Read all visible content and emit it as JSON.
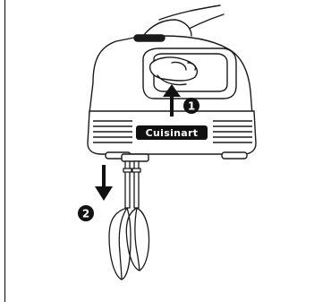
{
  "illustration": {
    "brand_label": "Cuisinart",
    "steps": [
      {
        "number": "1",
        "direction": "up",
        "icon": "arrow-up-icon"
      },
      {
        "number": "2",
        "direction": "down",
        "icon": "arrow-down-icon"
      }
    ],
    "colors": {
      "line": "#1a1a1a",
      "background": "#ffffff",
      "badge": "#111111"
    }
  }
}
